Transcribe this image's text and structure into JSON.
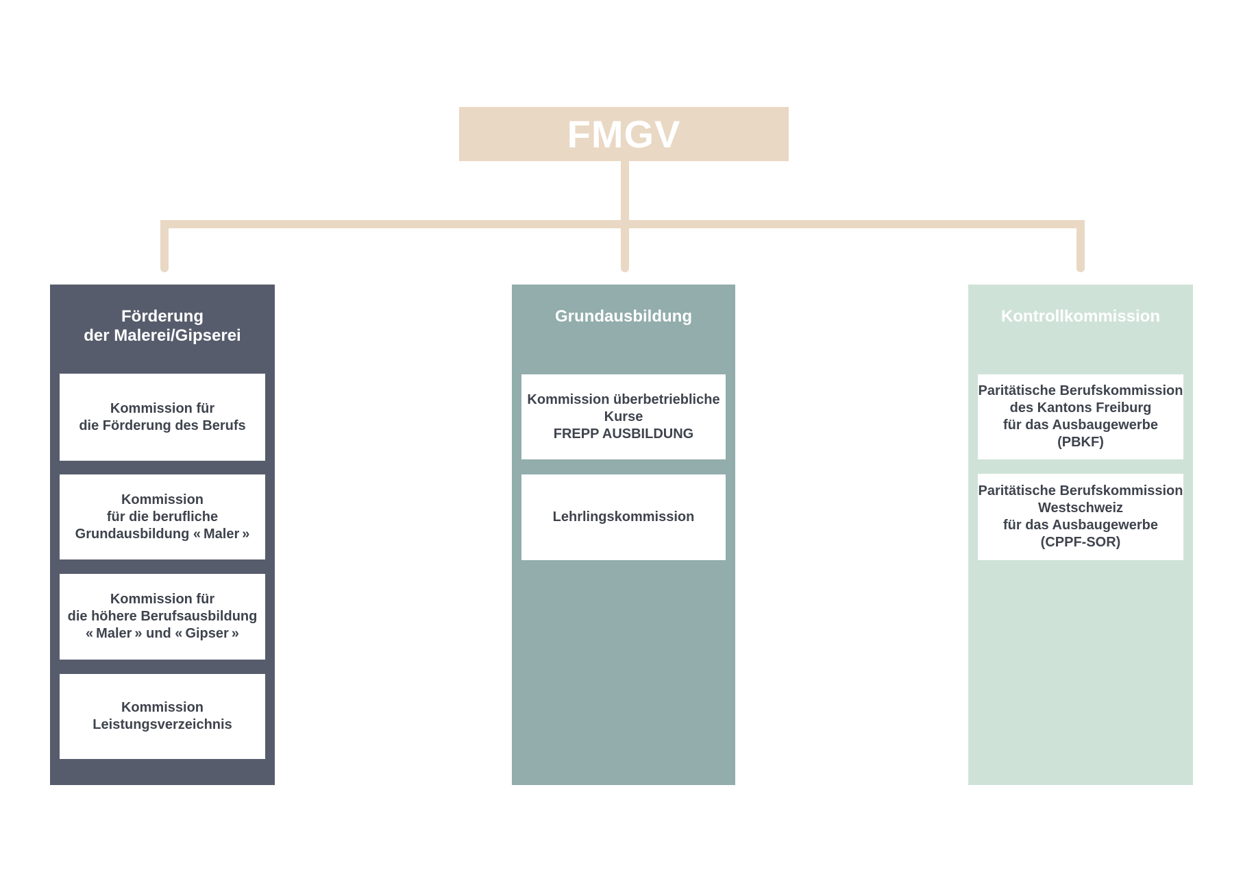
{
  "diagram": {
    "root_label": "FMGV",
    "colors": {
      "root_fill": "#e9d8c4",
      "connector": "#e9d8c4",
      "column_foerderung_fill": "#565c6b",
      "column_grundausbildung_fill": "#92adab",
      "column_kontrollkommission_fill": "#cfe2d7",
      "item_fill": "#ffffff",
      "item_text": "#3e434d",
      "header_text": "#ffffff"
    },
    "columns": [
      {
        "header": "Förderung\nder Malerei/Gipserei",
        "items": [
          {
            "label": "Kommission für\ndie Förderung des Berufs"
          },
          {
            "label": "Kommission\nfür die berufliche\nGrundausbildung « Maler »"
          },
          {
            "label": "Kommission für\ndie höhere Berufsausbildung\n« Maler » und « Gipser »"
          },
          {
            "label": "Kommission\nLeistungsverzeichnis"
          }
        ]
      },
      {
        "header": "Grundausbildung",
        "items": [
          {
            "label": "Kommission überbetriebliche\nKurse\nFREPP AUSBILDUNG"
          },
          {
            "label": "Lehrlingskommission"
          }
        ]
      },
      {
        "header": "Kontrollkommission",
        "items": [
          {
            "label": "Paritätische Berufskommission\ndes Kantons Freiburg\nfür das Ausbaugewerbe\n(PBKF)"
          },
          {
            "label": "Paritätische Berufskommission\nWestschweiz\nfür das Ausbaugewerbe\n(CPPF-SOR)"
          }
        ]
      }
    ]
  }
}
